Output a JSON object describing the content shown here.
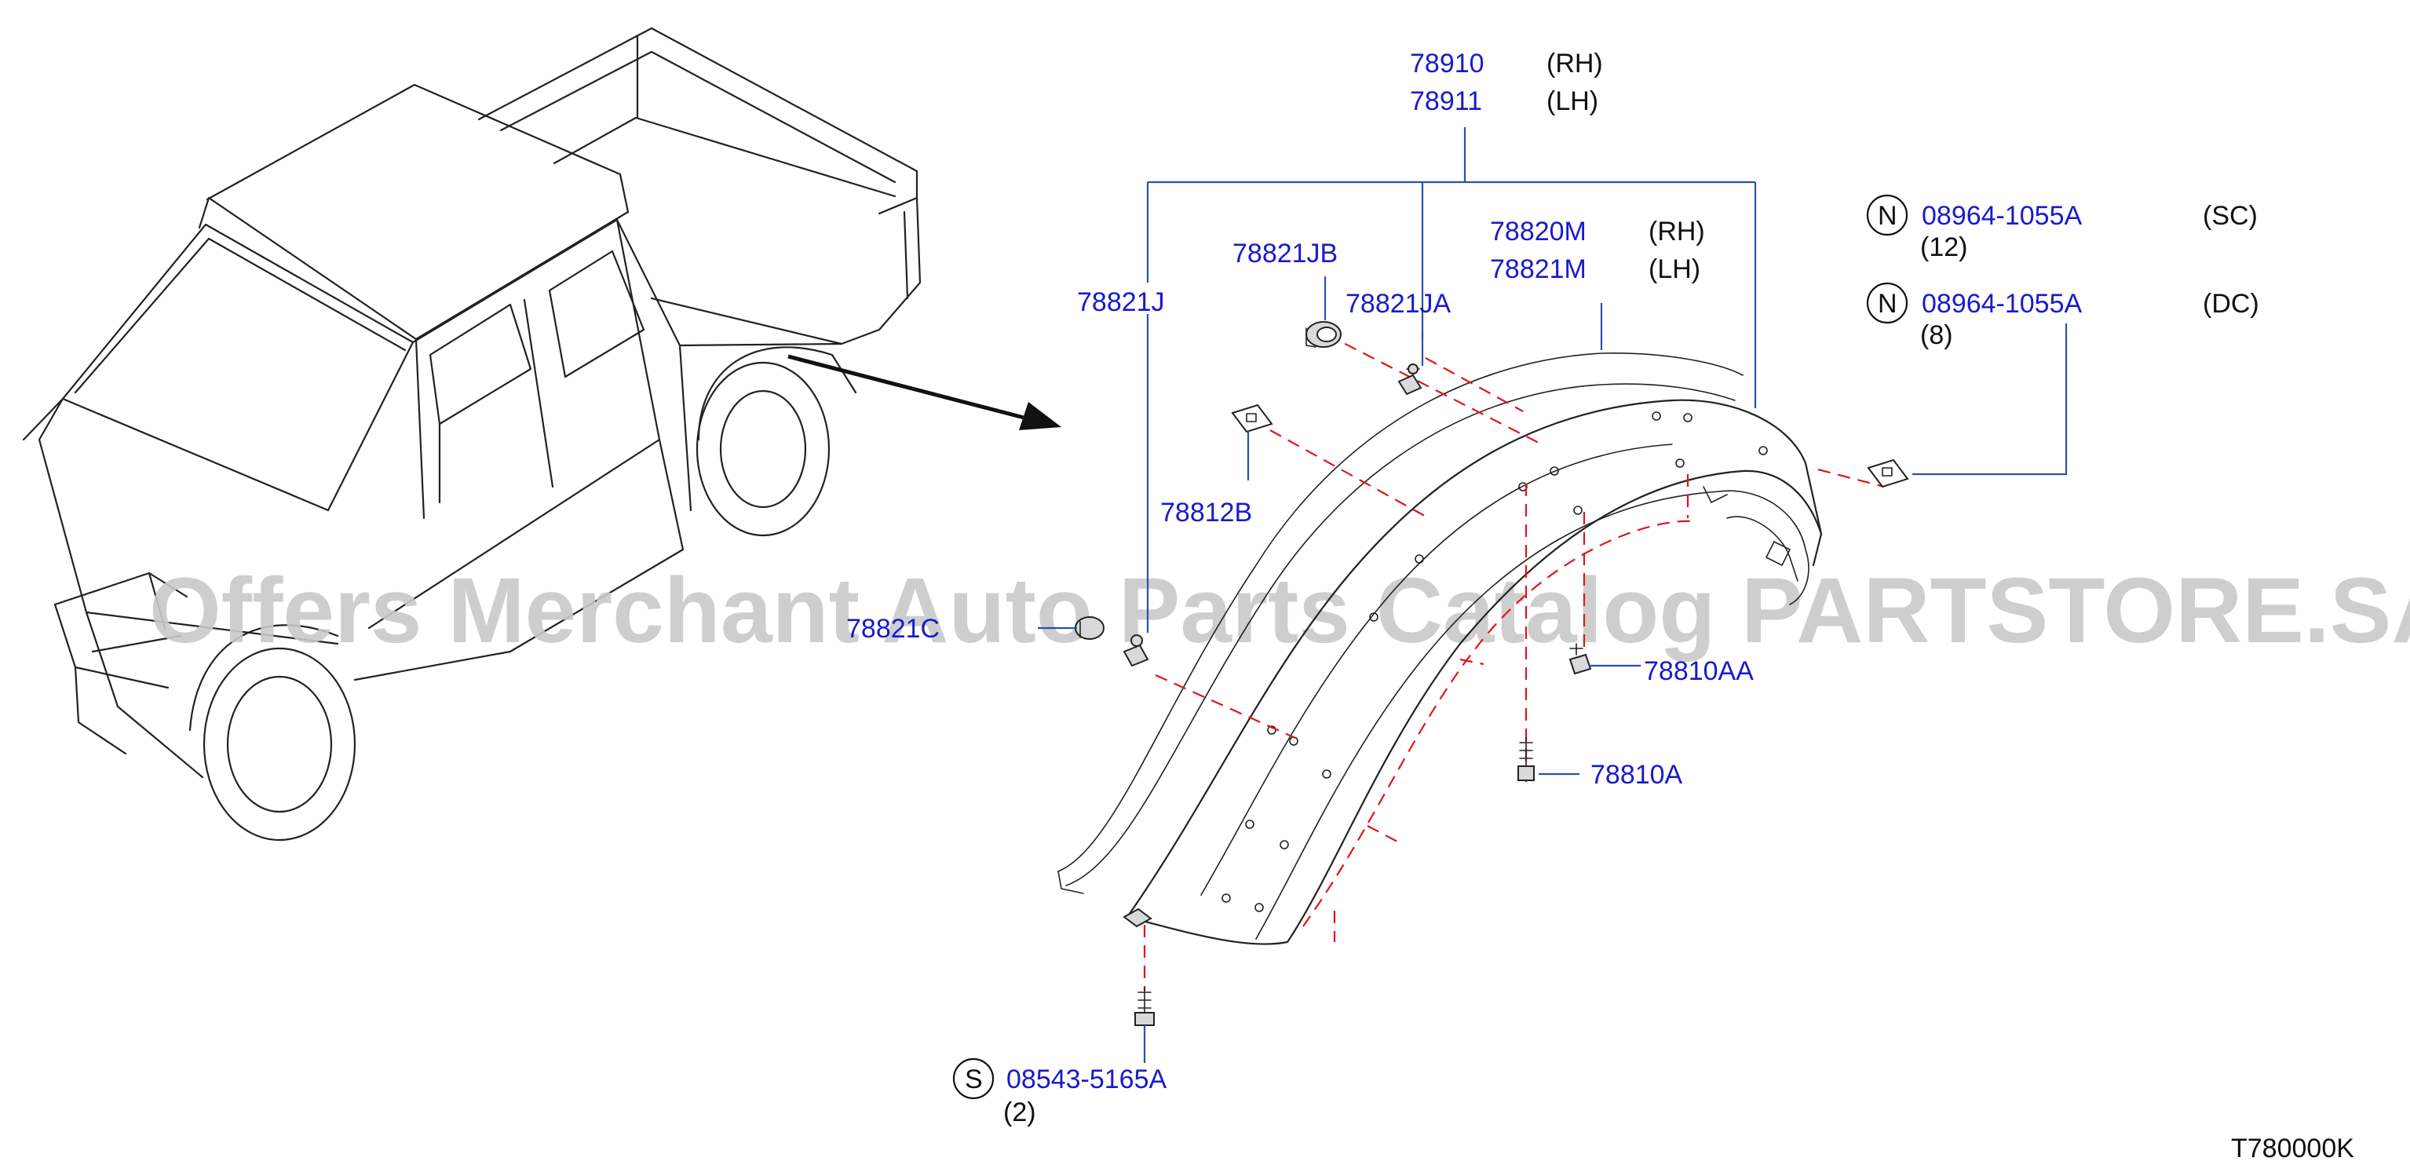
{
  "labels": {
    "p78910": "78910",
    "p78910_side": "(RH)",
    "p78911": "78911",
    "p78911_side": "(LH)",
    "p78820M": "78820M",
    "p78820M_side": "(RH)",
    "p78821M": "78821M",
    "p78821M_side": "(LH)",
    "p78821JB": "78821JB",
    "p78821JA": "78821JA",
    "p78821J": "78821J",
    "p78812B": "78812B",
    "p78821C_partial": "78821C",
    "p78810AA": "78810AA",
    "p78810A": "78810A",
    "n1_symbol": "N",
    "n1_part": "08964-1055A",
    "n1_variant": "(SC)",
    "n1_qty": "(12)",
    "n2_symbol": "N",
    "n2_part": "08964-1055A",
    "n2_variant": "(DC)",
    "n2_qty": "(8)",
    "s_symbol": "S",
    "s_part": "08543-5165A",
    "s_qty": "(2)",
    "diagram_code": "T780000K"
  },
  "watermark": "Offers Merchant Auto Parts Catalog PARTSTORE.SA",
  "colors": {
    "part_number": "#1a1acc",
    "leader_line": "#2b4fb0",
    "dashed_guide": "#e0151a",
    "outline": "#222222",
    "watermark": "#c9c9c9"
  }
}
